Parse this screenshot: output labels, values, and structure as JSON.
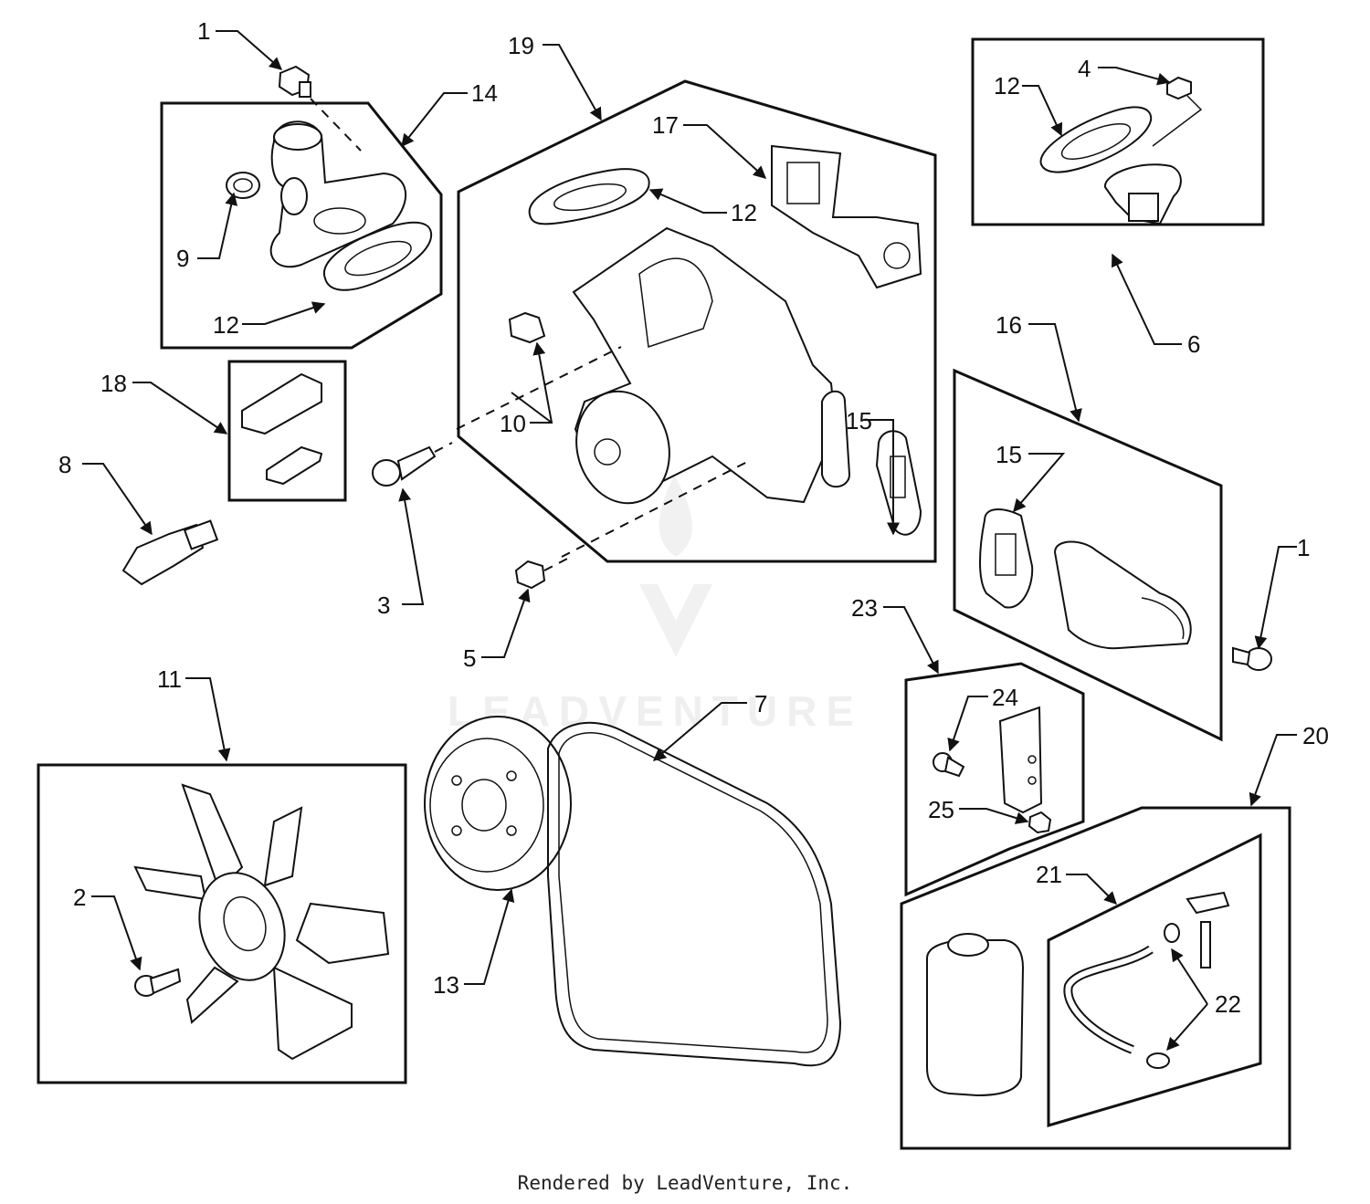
{
  "watermark": "LEADVENTURE",
  "footer": "Rendered by LeadVenture, Inc.",
  "callouts": [
    {
      "id": "c1a",
      "text": "1"
    },
    {
      "id": "c14",
      "text": "14"
    },
    {
      "id": "c9",
      "text": "9"
    },
    {
      "id": "c12a",
      "text": "12"
    },
    {
      "id": "c19",
      "text": "19"
    },
    {
      "id": "c17",
      "text": "17"
    },
    {
      "id": "c12b",
      "text": "12"
    },
    {
      "id": "c4",
      "text": "4"
    },
    {
      "id": "c12c",
      "text": "12"
    },
    {
      "id": "c6",
      "text": "6"
    },
    {
      "id": "c18",
      "text": "18"
    },
    {
      "id": "c8",
      "text": "8"
    },
    {
      "id": "c10",
      "text": "10"
    },
    {
      "id": "c15a",
      "text": "15"
    },
    {
      "id": "c3",
      "text": "3"
    },
    {
      "id": "c5",
      "text": "5"
    },
    {
      "id": "c16",
      "text": "16"
    },
    {
      "id": "c15b",
      "text": "15"
    },
    {
      "id": "c1b",
      "text": "1"
    },
    {
      "id": "c23",
      "text": "23"
    },
    {
      "id": "c24",
      "text": "24"
    },
    {
      "id": "c25",
      "text": "25"
    },
    {
      "id": "c11",
      "text": "11"
    },
    {
      "id": "c7",
      "text": "7"
    },
    {
      "id": "c20",
      "text": "20"
    },
    {
      "id": "c2",
      "text": "2"
    },
    {
      "id": "c13",
      "text": "13"
    },
    {
      "id": "c21",
      "text": "21"
    },
    {
      "id": "c22",
      "text": "22"
    }
  ]
}
